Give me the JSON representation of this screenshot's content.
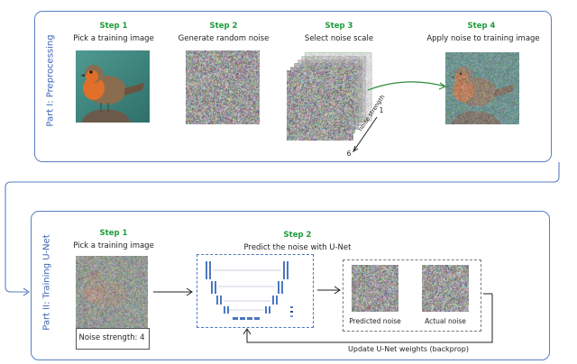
{
  "part1": {
    "label": "Part I: Preprocessing",
    "steps": [
      {
        "step": "Step 1",
        "desc": "Pick a training image"
      },
      {
        "step": "Step 2",
        "desc": "Generate random noise"
      },
      {
        "step": "Step 3",
        "desc": "Select noise scale"
      },
      {
        "step": "Step 4",
        "desc": "Apply noise to training image"
      }
    ],
    "scale_top": "1",
    "scale_bottom": "6",
    "scale_axis": "noise strength"
  },
  "part2": {
    "label": "Part II: Training U-Net",
    "step1": {
      "step": "Step 1",
      "desc": "Pick a training image",
      "caption": "Noise strength: 4"
    },
    "step2": {
      "step": "Step 2",
      "desc": "Predict the noise with U-Net"
    },
    "predicted_label": "Predicted noise",
    "actual_label": "Actual noise",
    "feedback_label": "Update U-Net weights (backprop)"
  },
  "colors": {
    "panel_border": "#5a7fc0",
    "step_green": "#1f9a3a",
    "arrow_green": "#2e8b3a",
    "unet_blue": "#4a78c0"
  }
}
